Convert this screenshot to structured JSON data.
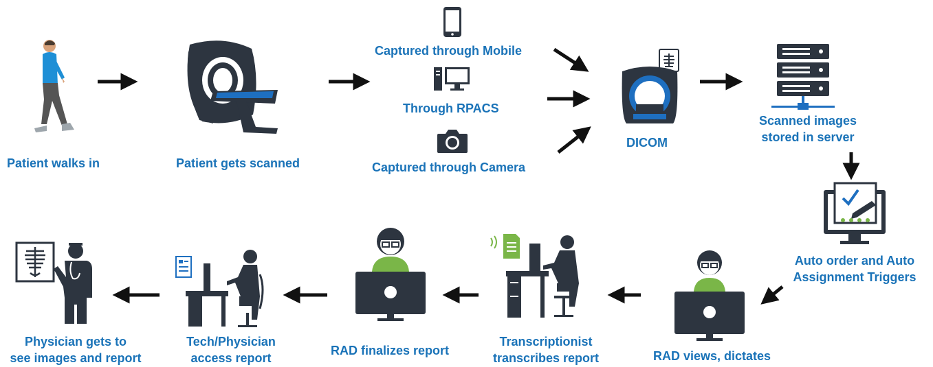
{
  "steps": {
    "walk": "Patient walks in",
    "scan": "Patient gets scanned",
    "mobile": "Captured through Mobile",
    "rpacs": "Through RPACS",
    "camera": "Captured through Camera",
    "dicom": "DICOM",
    "server_l1": "Scanned images",
    "server_l2": "stored in server",
    "auto_l1": "Auto order and Auto",
    "auto_l2": "Assignment Triggers",
    "rad_views": "RAD views, dictates",
    "trans_l1": "Transcriptionist",
    "trans_l2": "transcribes report",
    "rad_final": "RAD finalizes report",
    "tech_l1": "Tech/Physician",
    "tech_l2": "access report",
    "phys_l1": "Physician gets to",
    "phys_l2": "see images and report"
  },
  "colors": {
    "label": "#1a73b8",
    "icon": "#2d3540",
    "accent_blue": "#1e6fc0",
    "accent_green": "#7ab648",
    "arrow": "#111111"
  }
}
